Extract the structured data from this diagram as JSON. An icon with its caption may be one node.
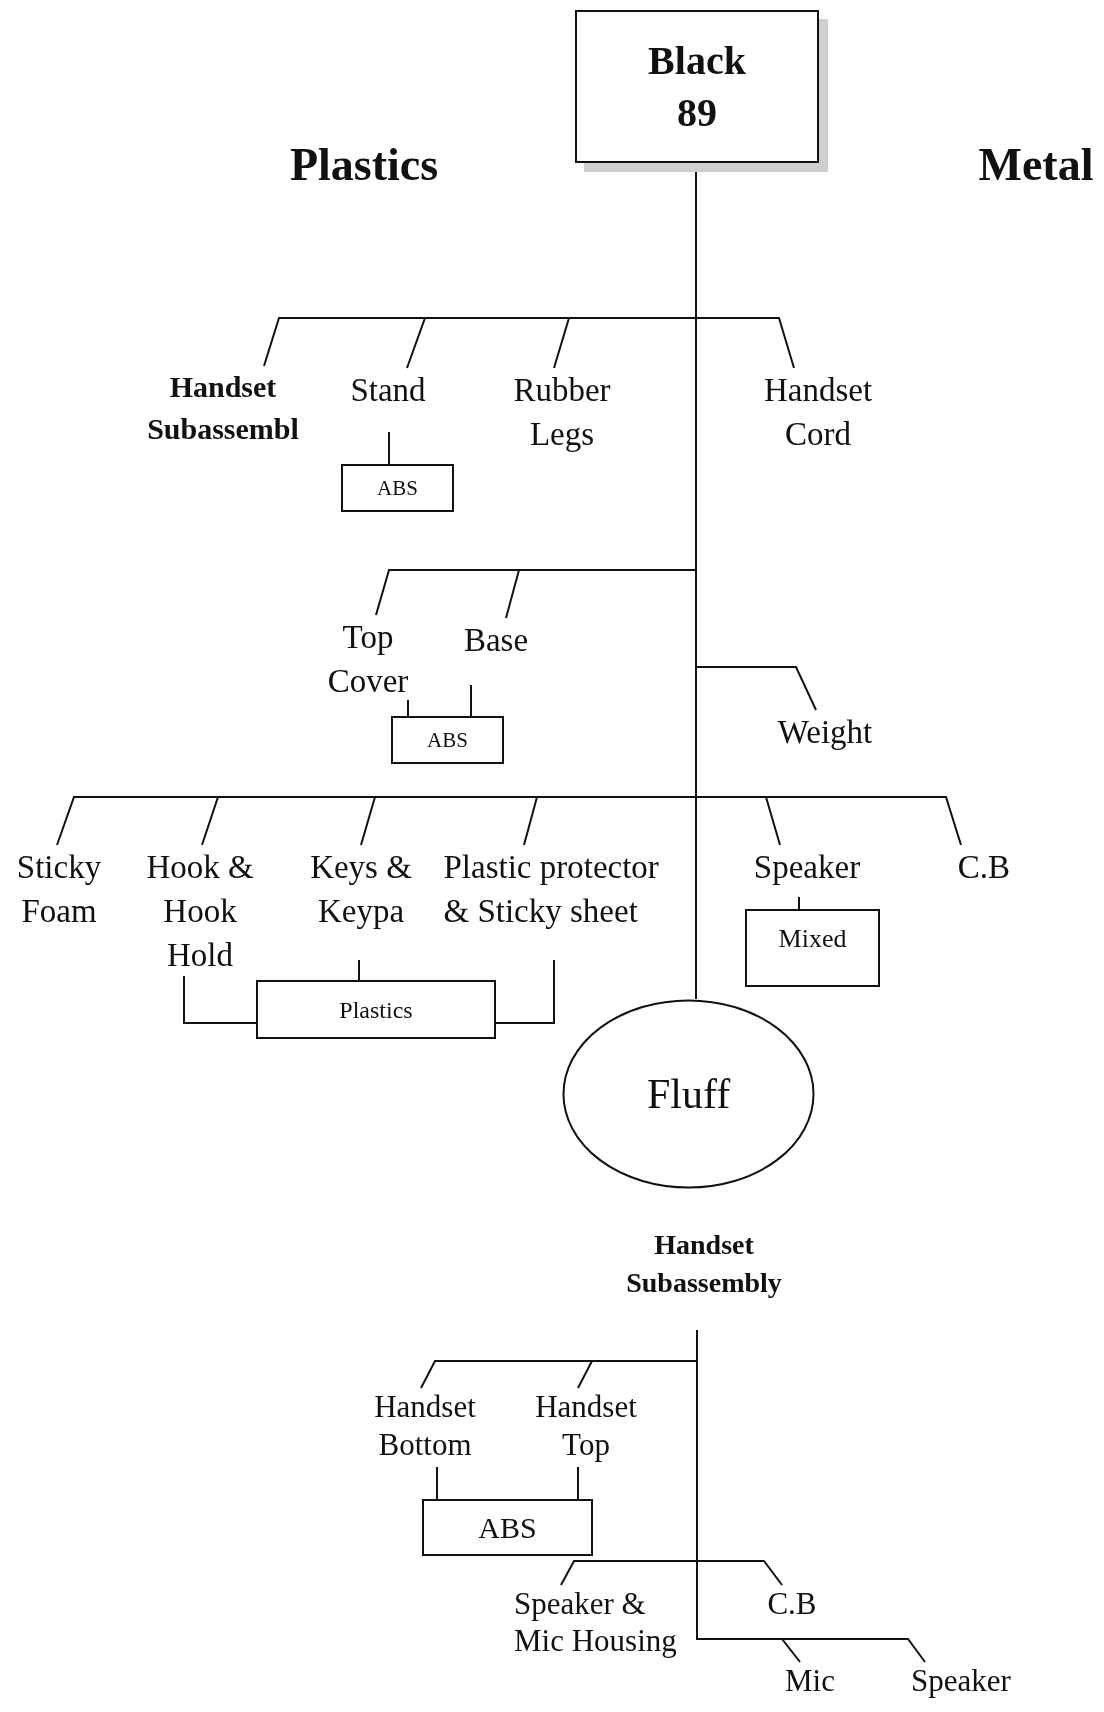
{
  "diagram": {
    "nodes": [
      {
        "text": [
          "Black 89"
        ]
      },
      {
        "text": [
          "Handset Subassembl"
        ]
      },
      {
        "text": [
          "Stand"
        ]
      },
      {
        "text": [
          "Rubber Legs"
        ]
      },
      {
        "text": [
          "Handset Cord"
        ]
      },
      {
        "text": [
          "ABS"
        ]
      },
      {
        "text": [
          "Top Cover"
        ]
      },
      {
        "text": [
          "Base"
        ]
      },
      {
        "text": [
          "ABS"
        ]
      },
      {
        "text": [
          "Weight"
        ]
      },
      {
        "text": [
          "Sticky Foam"
        ]
      },
      {
        "text": [
          "Hook & Hook Hold"
        ]
      },
      {
        "text": [
          "Keys & Keypa"
        ]
      },
      {
        "text": [
          "Plastic protector & Sticky sheet"
        ]
      },
      {
        "text": [
          "Speaker"
        ]
      },
      {
        "text": [
          "C.B"
        ]
      },
      {
        "text": [
          "Mixed"
        ]
      },
      {
        "text": [
          "Plastics"
        ]
      },
      {
        "text": [
          "Fluff"
        ]
      },
      {
        "text": [
          "Handset Subassembly"
        ]
      },
      {
        "text": [
          "Handset Bottom"
        ]
      },
      {
        "text": [
          "Handset Top"
        ]
      },
      {
        "text": [
          "ABS"
        ]
      },
      {
        "text": [
          "Speaker & Mic Housing"
        ]
      },
      {
        "text": [
          "C.B"
        ]
      },
      {
        "text": [
          "Mic"
        ]
      },
      {
        "text": [
          "Speaker"
        ]
      }
    ],
    "edges": [
      {
        "from": 0,
        "to": 1,
        "arrow": "none"
      },
      {
        "from": 0,
        "to": 2,
        "arrow": "none"
      },
      {
        "from": 0,
        "to": 3,
        "arrow": "none"
      },
      {
        "from": 0,
        "to": 4,
        "arrow": "none"
      },
      {
        "from": 2,
        "to": 5,
        "arrow": "none"
      },
      {
        "from": 0,
        "to": 6,
        "arrow": "none"
      },
      {
        "from": 0,
        "to": 7,
        "arrow": "none"
      },
      {
        "from": 6,
        "to": 8,
        "arrow": "none"
      },
      {
        "from": 7,
        "to": 8,
        "arrow": "none"
      },
      {
        "from": 0,
        "to": 9,
        "arrow": "none"
      },
      {
        "from": 0,
        "to": 10,
        "arrow": "none"
      },
      {
        "from": 0,
        "to": 11,
        "arrow": "none"
      },
      {
        "from": 0,
        "to": 12,
        "arrow": "none"
      },
      {
        "from": 0,
        "to": 13,
        "arrow": "none"
      },
      {
        "from": 0,
        "to": 14,
        "arrow": "none"
      },
      {
        "from": 0,
        "to": 15,
        "arrow": "none"
      },
      {
        "from": 14,
        "to": 16,
        "arrow": "none"
      },
      {
        "from": 11,
        "to": 17,
        "arrow": "none"
      },
      {
        "from": 12,
        "to": 17,
        "arrow": "none"
      },
      {
        "from": 13,
        "to": 17,
        "arrow": "none"
      },
      {
        "from": 0,
        "to": 18,
        "arrow": "none"
      },
      {
        "from": 19,
        "to": 20,
        "arrow": "none"
      },
      {
        "from": 19,
        "to": 21,
        "arrow": "none"
      },
      {
        "from": 20,
        "to": 22,
        "arrow": "none"
      },
      {
        "from": 21,
        "to": 22,
        "arrow": "none"
      },
      {
        "from": 19,
        "to": 23,
        "arrow": "none"
      },
      {
        "from": 19,
        "to": 24,
        "arrow": "none"
      },
      {
        "from": 19,
        "to": 25,
        "arrow": "none"
      },
      {
        "from": 19,
        "to": 26,
        "arrow": "none"
      }
    ],
    "labels": [
      "Plastics",
      "Metal"
    ]
  }
}
